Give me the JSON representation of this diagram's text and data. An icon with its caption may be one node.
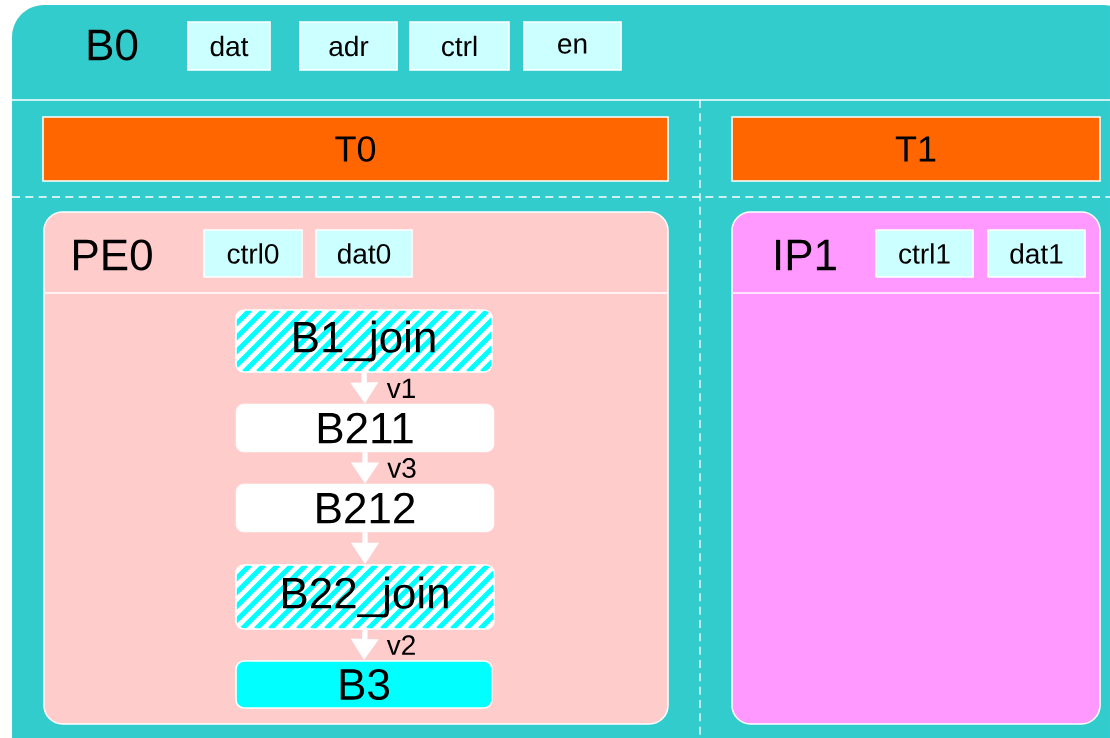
{
  "diagram": {
    "nodes": [
      {
        "text": [
          "B0"
        ]
      },
      {
        "text": [
          "dat"
        ],
        "in": 0
      },
      {
        "text": [
          "adr"
        ],
        "in": 0
      },
      {
        "text": [
          "ctrl"
        ],
        "in": 0
      },
      {
        "text": [
          "en"
        ],
        "in": 0
      },
      {
        "text": [
          "T0"
        ],
        "in": 0
      },
      {
        "text": [
          "T1"
        ],
        "in": 0
      },
      {
        "text": [
          "PE0"
        ],
        "in": 0
      },
      {
        "text": [
          "ctrl0"
        ],
        "in": 7
      },
      {
        "text": [
          "dat0"
        ],
        "in": 7
      },
      {
        "text": [
          "IP1"
        ],
        "in": 0
      },
      {
        "text": [
          "ctrl1"
        ],
        "in": 10
      },
      {
        "text": [
          "dat1"
        ],
        "in": 10
      },
      {
        "text": [
          "B1_join"
        ],
        "in": 7
      },
      {
        "text": [
          "B211"
        ],
        "in": 7
      },
      {
        "text": [
          "B212"
        ],
        "in": 7
      },
      {
        "text": [
          "B22_join"
        ],
        "in": 7
      },
      {
        "text": [
          "B3"
        ],
        "in": 7
      }
    ],
    "edges": [
      {
        "from": 13,
        "to": 14,
        "arrow": "to",
        "label": "v1"
      },
      {
        "from": 14,
        "to": 15,
        "arrow": "to",
        "label": "v3"
      },
      {
        "from": 15,
        "to": 16,
        "arrow": "to"
      },
      {
        "from": 16,
        "to": 17,
        "arrow": "to",
        "label": "v2"
      }
    ]
  }
}
